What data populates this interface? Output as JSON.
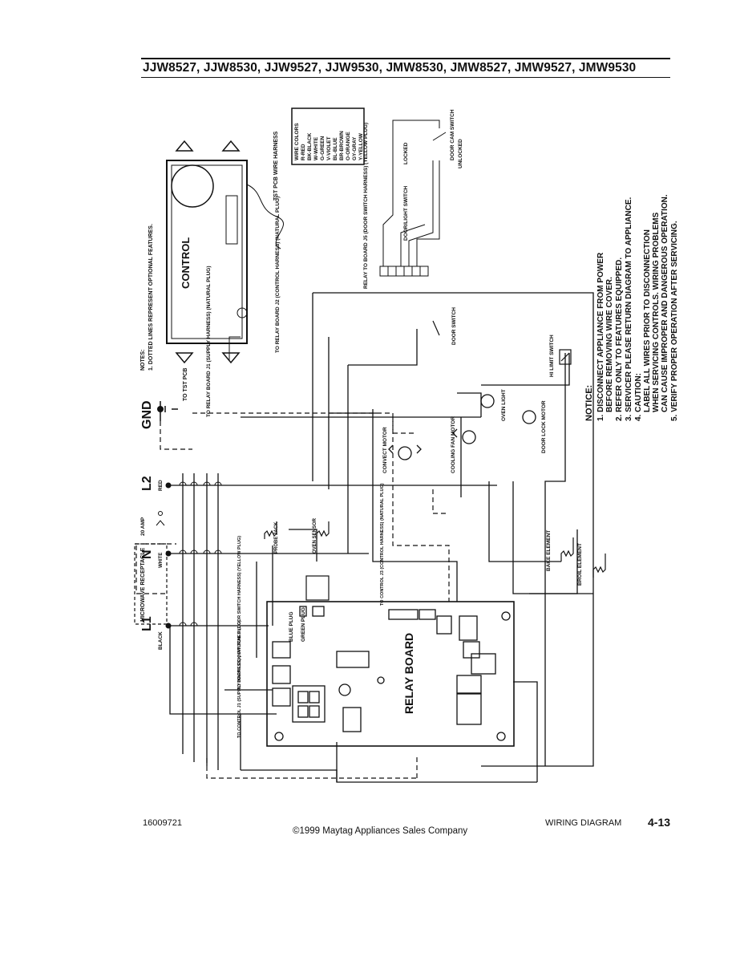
{
  "header": {
    "title": "JJW8527, JJW8530, JJW9527, JJW9530, JMW8530, JMW8527, JMW9527, JMW9530"
  },
  "footer": {
    "part_number": "16009721",
    "copyright": "©1999 Maytag Appliances Sales Company",
    "section": "WIRING DIAGRAM",
    "page": "4-13"
  },
  "diagram": {
    "notes": {
      "heading": "NOTES:",
      "line1": "1. DOTTED LINES REPRESENT OPTIONAL FEATURES."
    },
    "control_label": "CONTROL",
    "tst_pcb": "TST PCB",
    "wire_harness_title": "TST PCB WIRE HARNESS",
    "wire_colors": {
      "heading": "WIRE COLORS",
      "items": [
        "R-RED",
        "BK-BLACK",
        "W-WHITE",
        "G-GREEN",
        "V-VIOLET",
        "BL-BLUE",
        "BR-BROWN",
        "O-ORANGE",
        "GY-GRAY",
        "Y-YELLOW"
      ]
    },
    "relay_j5": "RELAY TO BOARD J5 (DOOR SWITCH HARNESS) (YELLOW PLUG)",
    "relay_j2": "TO RELAY BOARD J2 (CONTROL HARNESS) (NATURAL PLUG)",
    "relay_j1": "TO RELAY BOARD J1 (SUPPLY HARNESS) (NATURAL PLUG)",
    "to_tst_pcb": "TO TST PCB",
    "door_light_switch": "DOOR/LIGHT SWITCH",
    "locked": "LOCKED",
    "unlocked": "UNLOCKED",
    "door_cam_switch": "DOOR CAM SWITCH",
    "door_switch": "DOOR SWITCH",
    "gnd": "GND",
    "l2": "L2",
    "n": "N",
    "l1": "L1",
    "black": "BLACK",
    "red": "RED",
    "white": "WHITE",
    "amp_20": "20 AMP",
    "microwave_receptacle": "MICROWAVE RECEPTACLE",
    "convect_motor": "CONVECT MOTOR",
    "cooling_fan_motor": "COOLING FAN MOTOR",
    "oven_light": "OVEN LIGHT",
    "door_lock_motor": "DOOR LOCK MOTOR",
    "hi_limit_switch": "HI LIMIT SWITCH",
    "probe_jack": "PROBE JACK",
    "oven_sensor": "OVEN SENSOR",
    "blue_plug": "BLUE PLUG",
    "green_plug": "GREEN PLUG",
    "to_control_j3": "TO CONTROL J3 (CONTROL HARNESS) (NATURAL PLUG)",
    "to_control_j2_door": "TO DOOR LOCK SWITCHES (DOOR SWITCH HARNESS) (YELLOW PLUG)",
    "to_control_j1": "TO CONTROL J1 (SUPPLY HARNESS) (NATURAL PLUG)",
    "relay_board": "RELAY BOARD",
    "bake_element": "BAKE ELEMENT",
    "broil_element": "BROIL ELEMENT",
    "notice": {
      "heading": "NOTICE:",
      "l1a": "1. DISCONNECT APPLIANCE FROM POWER",
      "l1b": "BEFORE REMOVING WIRE COVER.",
      "l2": "2. REFER ONLY TO FEATURES EQUIPPED.",
      "l3": "3. SERVICER PLEASE RETURN DIAGRAM TO APPLIANCE.",
      "l4": "4. CAUTION:",
      "l4a": "LABEL ALL WIRES PRIOR TO DISCONNECTION",
      "l4b": "WHEN SERVICING CONTROLS. WIRING PROBLEMS",
      "l4c": "CAN CAUSE IMPROPER AND DANGEROUS OPERATION.",
      "l5": "5. VERIFY PROPER OPERATION AFTER SERVICING."
    }
  }
}
